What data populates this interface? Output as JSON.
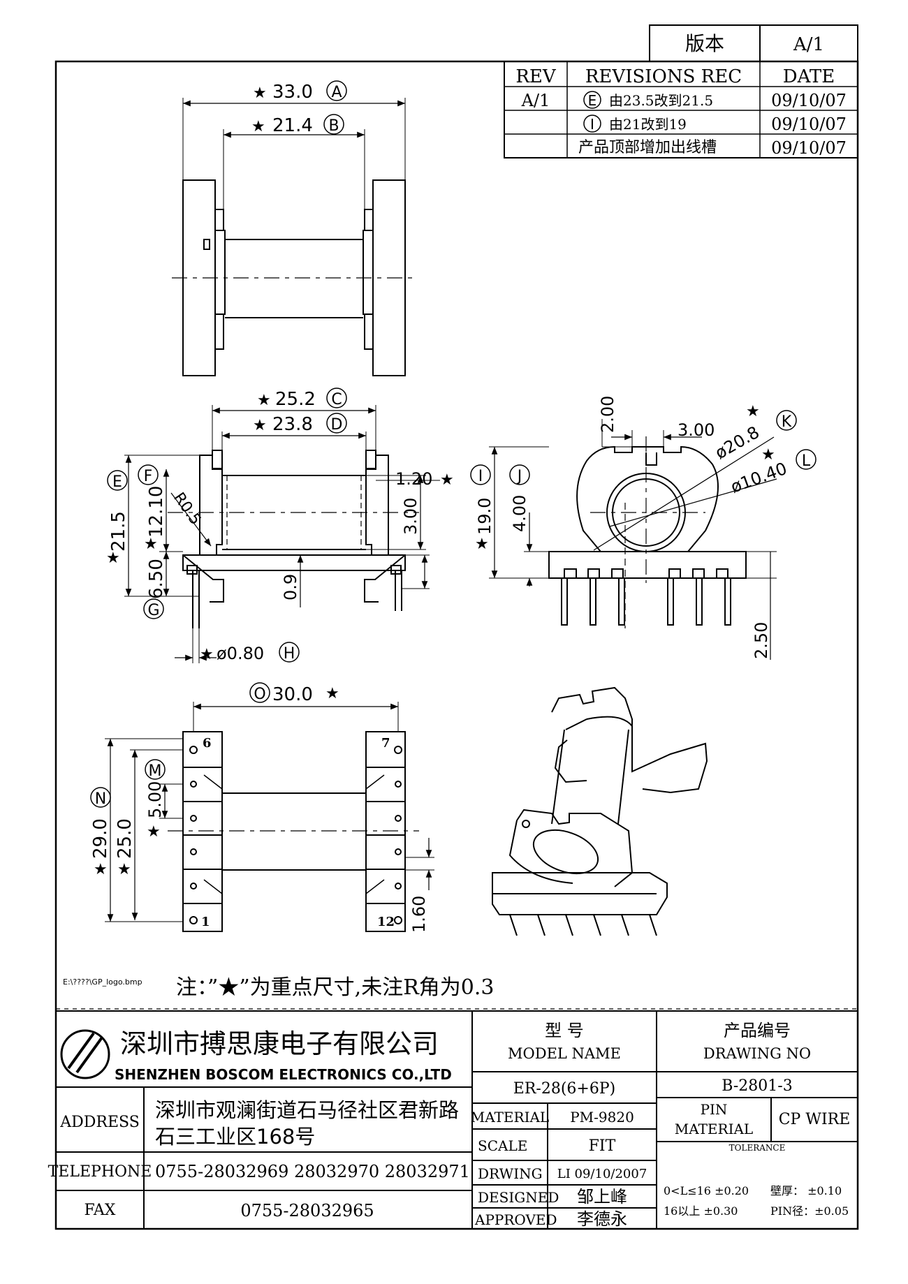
{
  "version_box": {
    "label": "版本",
    "value": "A/1"
  },
  "revisions": {
    "headers": {
      "rev": "REV",
      "rec": "REVISIONS REC",
      "date": "DATE"
    },
    "rows": [
      {
        "rev": "A/1",
        "mark": "E",
        "text": "由23.5改到21.5",
        "date": "09/10/07"
      },
      {
        "rev": "",
        "mark": "I",
        "text": "由21改到19",
        "date": "09/10/07"
      },
      {
        "rev": "",
        "mark": "",
        "text": "产品顶部增加出线槽",
        "date": "09/10/07"
      }
    ]
  },
  "dims": {
    "A": {
      "value": "33.0",
      "letter": "A"
    },
    "B": {
      "value": "21.4",
      "letter": "B"
    },
    "C": {
      "value": "25.2",
      "letter": "C"
    },
    "D": {
      "value": "23.8",
      "letter": "D"
    },
    "E": {
      "value": "21.5",
      "letter": "E"
    },
    "F": {
      "value": "12.10",
      "letter": "F"
    },
    "G": {
      "value": "6.50",
      "letter": "G"
    },
    "H": {
      "value": "ø0.80",
      "letter": "H"
    },
    "R": {
      "value": "R0.5"
    },
    "t120": {
      "value": "1.20"
    },
    "t300": {
      "value": "3.00"
    },
    "t09": {
      "value": "0.9"
    },
    "I": {
      "value": "19.0",
      "letter": "I"
    },
    "J": {
      "value": "4.00",
      "letter": "J"
    },
    "K": {
      "value": "ø20.8",
      "letter": "K"
    },
    "L": {
      "value": "ø10.40",
      "letter": "L"
    },
    "t200": {
      "value": "2.00"
    },
    "t300b": {
      "value": "3.00"
    },
    "t250": {
      "value": "2.50"
    },
    "O": {
      "value": "30.0",
      "letter": "O"
    },
    "N": {
      "value": "29.0",
      "letter": "N"
    },
    "M": {
      "value": "5.00",
      "letter": "M"
    },
    "t250b": {
      "value": "25.0"
    },
    "t160": {
      "value": "1.60"
    },
    "star": "★"
  },
  "pins": {
    "p6": "6",
    "p7": "7",
    "p1": "1",
    "p12": "12"
  },
  "logo_path": "E:\\????\\GP_logo.bmp",
  "note": "注：”★”为重点尺寸,未注R角为0.3",
  "company": {
    "name_cn": "深圳市搏思康电子有限公司",
    "name_en": "SHENZHEN BOSCOM ELECTRONICS CO.,LTD",
    "address_label": "ADDRESS",
    "address_line1": "深圳市观澜街道石马径社区君新路",
    "address_line2": "石三工业区168号",
    "telephone_label": "TELEPHONE",
    "telephone": "0755-28032969 28032970 28032971",
    "fax_label": "FAX",
    "fax": "0755-28032965"
  },
  "title_block": {
    "model_cn": "型    号",
    "model_en": "MODEL NAME",
    "model_value": "ER-28(6+6P)",
    "drawing_cn": "产品编号",
    "drawing_en": "DRAWING NO",
    "drawing_value": "B-2801-3",
    "material_label": "MATERIAL",
    "material_value": "PM-9820",
    "pin_material_label1": "PIN",
    "pin_material_label2": "MATERIAL",
    "pin_material_value": "CP WIRE",
    "scale_label": "SCALE",
    "scale_value": "FIT",
    "tolerance_label": "TOLERANCE",
    "drwing_label": "DRWING",
    "drwing_value": "LI 09/10/2007",
    "designed_label": "DESIGNED",
    "designed_value": "邹上峰",
    "approved_label": "APPROVED",
    "approved_value": "李德永",
    "tol1": "0<L≤16  ±0.20",
    "tol2": "16以上     ±0.30",
    "wall": "壁厚：  ±0.10",
    "pin_dia": "PIN径：±0.05"
  }
}
